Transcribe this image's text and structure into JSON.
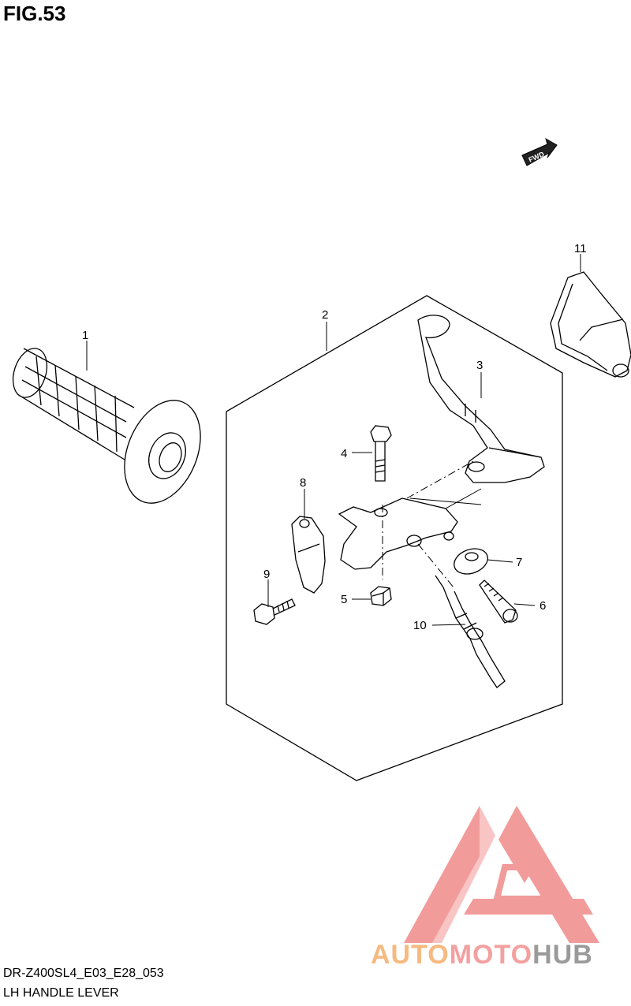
{
  "figure": {
    "title": "FIG.53",
    "diagram_code": "DR-Z400SL4_E03_E28_053",
    "diagram_name": "LH HANDLE LEVER"
  },
  "direction_badge": "FWD",
  "callouts": [
    {
      "id": "1",
      "label": "1"
    },
    {
      "id": "2",
      "label": "2"
    },
    {
      "id": "3",
      "label": "3"
    },
    {
      "id": "4",
      "label": "4"
    },
    {
      "id": "5",
      "label": "5"
    },
    {
      "id": "6",
      "label": "6"
    },
    {
      "id": "7",
      "label": "7"
    },
    {
      "id": "8",
      "label": "8"
    },
    {
      "id": "9",
      "label": "9"
    },
    {
      "id": "10",
      "label": "10"
    },
    {
      "id": "11",
      "label": "11"
    }
  ],
  "watermark": {
    "part1": "AUTO",
    "part2": "MOTO",
    "part3": "HUB",
    "colors": {
      "auto": "#f6b97f",
      "moto": "#f3a0a0",
      "hub": "#9a9a9a",
      "logo": "#f08a8a"
    }
  }
}
